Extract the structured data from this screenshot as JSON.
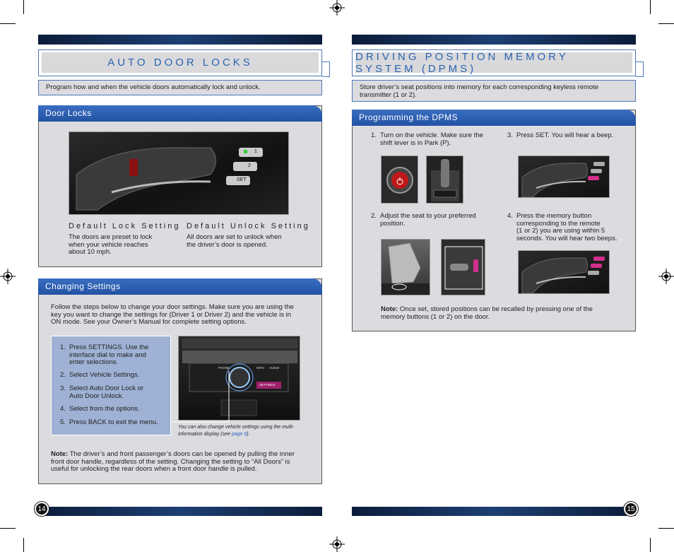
{
  "left": {
    "title": "AUTO DOOR LOCKS",
    "intro": "Program how and when the vehicle doors automatically lock and unlock.",
    "door_locks": {
      "heading": "Door Locks",
      "lock_heading": "Default Lock Setting",
      "lock_text_1": "The doors are preset to lock",
      "lock_text_2": "when your vehicle reaches",
      "lock_text_3": "about 10 mph.",
      "unlock_heading": "Default Unlock Setting",
      "unlock_text_1": "All doors are set to unlock when",
      "unlock_text_2": "the driver’s door is opened.",
      "button_labels": [
        "1",
        "2",
        "SET"
      ]
    },
    "changing": {
      "heading": "Changing Settings",
      "intro_1": "Follow the steps below to change your door settings. Make sure you are using the",
      "intro_2": "key you want to change the settings for (Driver 1 or Driver 2) and the vehicle is in",
      "intro_3": "ON mode. See your Owner’s Manual for complete setting options.",
      "steps": [
        {
          "num": "1.",
          "lines": [
            "Press SETTINGS. Use the",
            "interface dial to make and",
            "enter selections."
          ]
        },
        {
          "num": "2.",
          "lines": [
            "Select Vehicle Settings."
          ]
        },
        {
          "num": "3.",
          "lines": [
            "Select Auto Door Lock or",
            "Auto Door Unlock."
          ]
        },
        {
          "num": "4.",
          "lines": [
            "Select from the options."
          ]
        },
        {
          "num": "5.",
          "lines": [
            "Press BACK to exit the menu."
          ]
        }
      ],
      "caption_1": "You can also change vehicle settings using the multi-",
      "caption_2a": "information display (see ",
      "caption_link": "page 6",
      "caption_2b": ").",
      "panel_labels": [
        "PHONE",
        "INFO",
        "AUDIO",
        "SETTINGS"
      ],
      "note_label": "Note:",
      "note_1": " The driver’s and front passenger’s doors can be opened by pulling the inner",
      "note_2": "front door handle, regardless of the setting. Changing the setting to “All Doors” is",
      "note_3": "useful for unlocking the rear doors when a front door handle is pulled."
    },
    "page_number": "14"
  },
  "right": {
    "title": "DRIVING POSITION MEMORY SYSTEM (DPMS)",
    "intro_1": "Store driver’s seat positions into memory for each corresponding keyless remote",
    "intro_2": "transmitter (1 or 2).",
    "programming": {
      "heading": "Programming the DPMS",
      "steps": [
        {
          "num": "1.",
          "lines": [
            "Turn on the vehicle. Make sure the",
            "shift lever is in Park (P)."
          ]
        },
        {
          "num": "3.",
          "lines": [
            "Press SET.  You will hear a beep."
          ]
        },
        {
          "num": "2.",
          "lines": [
            "Adjust the seat to your preferred",
            "position."
          ]
        },
        {
          "num": "4.",
          "lines": [
            "Press the memory button",
            "corresponding to the remote",
            "(1 or 2) you are using within 5",
            "seconds. You will hear two beeps."
          ]
        }
      ],
      "note_label": "Note:",
      "note_1": " Once set, stored positions can be recalled by pressing one of the",
      "note_2": "memory buttons (1 or 2) on the door."
    },
    "page_number": "15"
  },
  "colors": {
    "accent_blue": "#2c63b0",
    "panel_gray": "#dcdce0",
    "steps_box": "#9fb1d4",
    "bar_dark": "#0c1c3a"
  }
}
